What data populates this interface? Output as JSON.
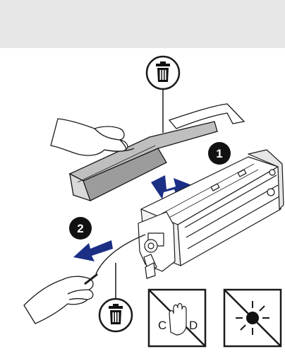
{
  "steps": [
    {
      "number": "1",
      "action": "remove-cover"
    },
    {
      "number": "2",
      "action": "pull-tab-out"
    }
  ],
  "icons": {
    "trash": "trash-icon",
    "no_touch": "no-touch-icon",
    "no_light": "no-light-icon"
  },
  "no_touch_label_left": "C",
  "no_touch_label_right": "D",
  "colors": {
    "arrow": "#1b2f85",
    "badge": "#111111",
    "header": "#e6e6e6",
    "line": "#1a1a1a"
  }
}
